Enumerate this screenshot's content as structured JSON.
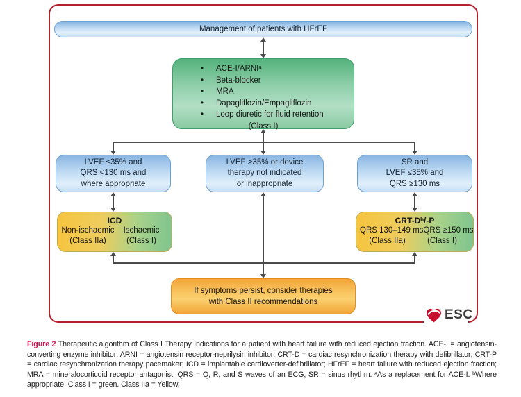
{
  "figure": {
    "top_box": "Management of patients with HFrEF",
    "treatment_box": {
      "items": [
        "ACE-I/ARNIᵃ",
        "Beta-blocker",
        "MRA",
        "Dapagliflozin/Empagliflozin",
        "Loop diuretic for fluid retention"
      ],
      "class_note": "(Class I)"
    },
    "branch_boxes": [
      {
        "lines": [
          "LVEF ≤35% and",
          "QRS <130 ms and",
          "where appropriate"
        ]
      },
      {
        "lines": [
          "LVEF >35% or device",
          "therapy not indicated",
          "or inappropriate"
        ]
      },
      {
        "lines": [
          "SR and",
          "LVEF ≤35% and",
          "QRS ≥130 ms"
        ]
      }
    ],
    "icd_box": {
      "title": "ICD",
      "left_line1": "Non-ischaemic",
      "left_line2": "(Class IIa)",
      "right_line1": "Ischaemic",
      "right_line2": "(Class I)"
    },
    "crt_box": {
      "title": "CRT-Dᵇ/-P",
      "left_line1": "QRS 130–149 ms",
      "left_line2": "(Class IIa)",
      "right_line1": "QRS ≥150 ms",
      "right_line2": "(Class I)"
    },
    "persist_box": {
      "line1": "If symptoms persist, consider therapies",
      "line2": "with Class II recommendations"
    },
    "logo_text": "ESC"
  },
  "caption": {
    "label": "Figure 2",
    "text": " Therapeutic algorithm of Class I Therapy Indications for a patient with heart failure with reduced ejection fraction. ACE-I = angiotensin-converting enzyme inhibitor; ARNI = angiotensin receptor-neprilysin inhibitor; CRT-D = cardiac resynchronization therapy with defibrillator; CRT-P = cardiac resynchronization therapy pacemaker; ICD = implantable cardioverter-defibrillator; HFrEF = heart failure with reduced ejection fraction; MRA = mineralocorticoid receptor antagonist; QRS = Q, R, and S waves of an ECG; SR = sinus rhythm. ᵃAs a replacement for ACE-I. ᵇWhere appropriate. Class I = green. Class IIa = Yellow."
  },
  "colors": {
    "frame_red": "#b41f2e",
    "figure_label_red": "#d5104e",
    "class_i_green": "#6fc08c",
    "class_iia_yellow": "#f5c342",
    "branch_blue": "#a9cdec",
    "highlight_orange": "#f6b041",
    "esc_heart_red": "#c8102e",
    "arrow_gray": "#4a4a4a"
  }
}
